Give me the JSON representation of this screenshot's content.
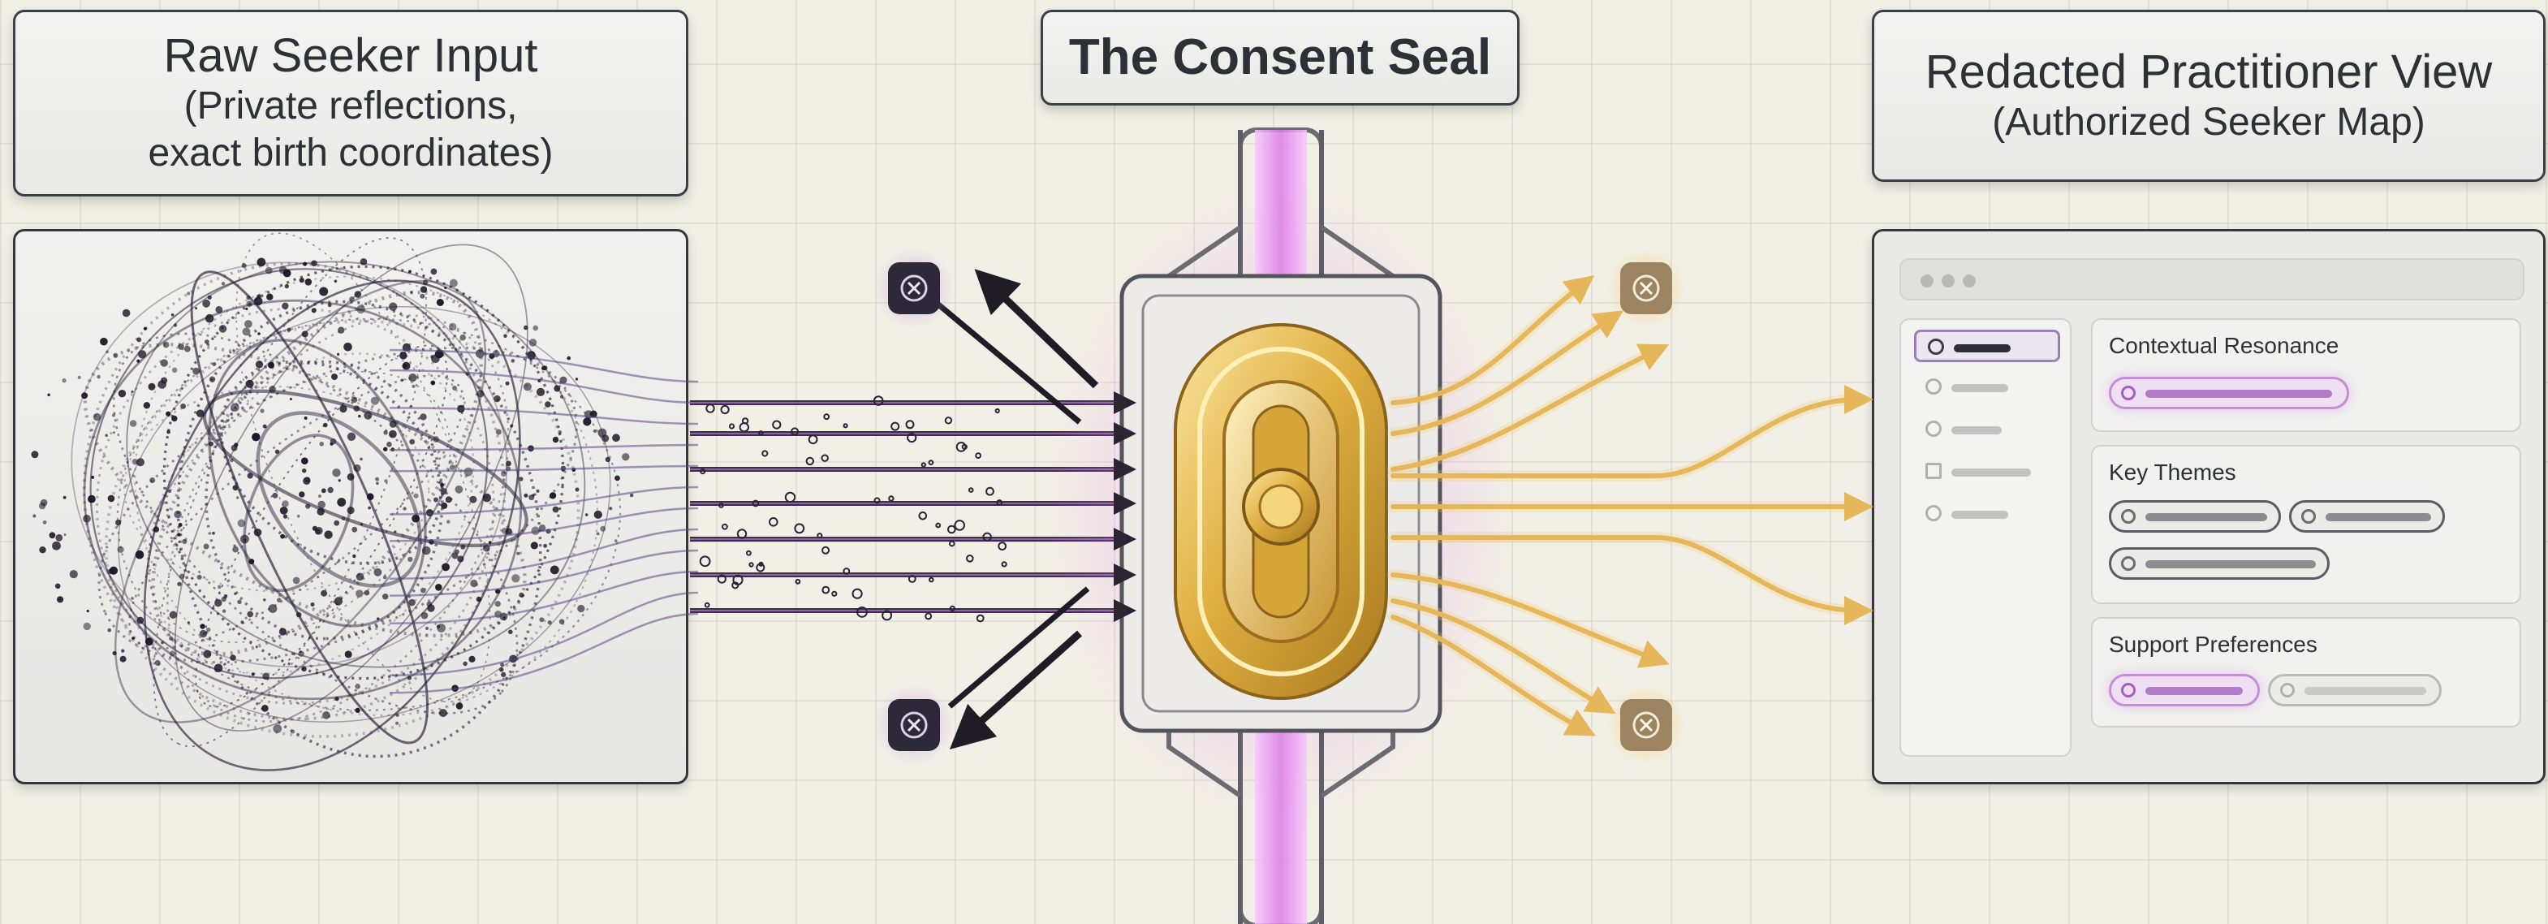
{
  "raw_input": {
    "title": "Raw Seeker Input",
    "subtitle_line1": "(Private reflections,",
    "subtitle_line2": "exact birth coordinates)"
  },
  "consent_seal": {
    "title": "The Consent Seal"
  },
  "redacted_view": {
    "title": "Redacted Practitioner View",
    "subtitle": "(Authorized Seeker Map)",
    "cards": [
      {
        "title": "Contextual Resonance"
      },
      {
        "title": "Key Themes"
      },
      {
        "title": "Support Preferences"
      }
    ]
  },
  "colors": {
    "raw_flow": "#3a2e4a",
    "seal_glow": "#e38df0",
    "seal_gold": "#d9a934",
    "authorized_flow": "#e8bd5c",
    "rejected_marker": "#2e2a3a"
  },
  "icons": [
    "close-icon",
    "close-icon",
    "close-icon",
    "close-icon",
    "seal-lock-icon",
    "arrow-icon"
  ]
}
